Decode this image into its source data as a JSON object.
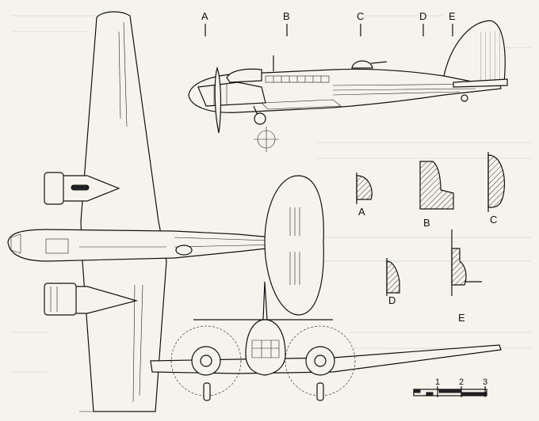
{
  "station_markers": {
    "A": "A",
    "B": "B",
    "C": "C",
    "D": "D",
    "E": "E"
  },
  "section_labels": {
    "A": "A",
    "B": "B",
    "C": "C",
    "D": "D",
    "E": "E"
  },
  "scale_bar": {
    "tick_1": "1",
    "tick_2": "2",
    "tick_3": "3"
  }
}
